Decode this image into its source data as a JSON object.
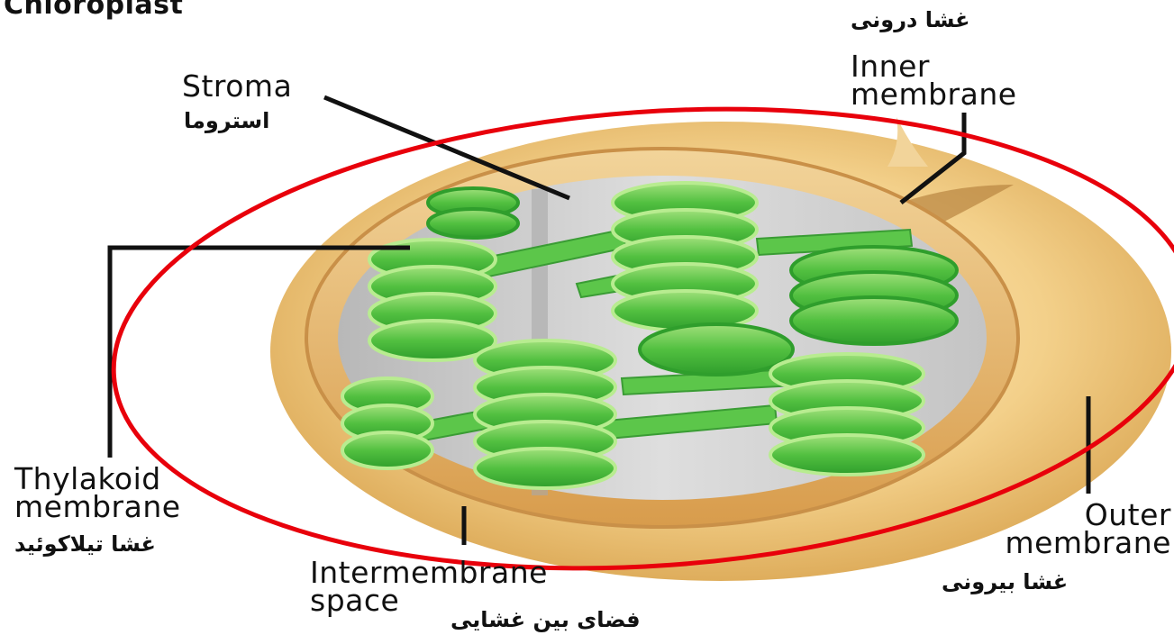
{
  "title": "Chloroplast",
  "labels": {
    "stroma_en": "Stroma",
    "stroma_fa": "استروما",
    "inner_membrane_fa": "غشا درونی",
    "inner_membrane_en": "Inner membrane",
    "thylakoid_membrane_en": "Thylakoid membrane",
    "thylakoid_membrane_fa": "غشا تیلاکوئید",
    "intermembrane_space_en": "Intermembrane space",
    "intermembrane_space_fa": "فضای بین غشایی",
    "outer_membrane_en": "Outer membrane",
    "outer_membrane_fa": "غشا بیرونی"
  },
  "colors": {
    "outer_membrane": "#f0c878",
    "inner_membrane": "#e8b964",
    "stroma": "#d0d0d0",
    "thylakoid": "#58c448",
    "thylakoid_light": "#b8ec90",
    "annotation_ellipse": "#e8000b",
    "leader_line": "#111111"
  }
}
